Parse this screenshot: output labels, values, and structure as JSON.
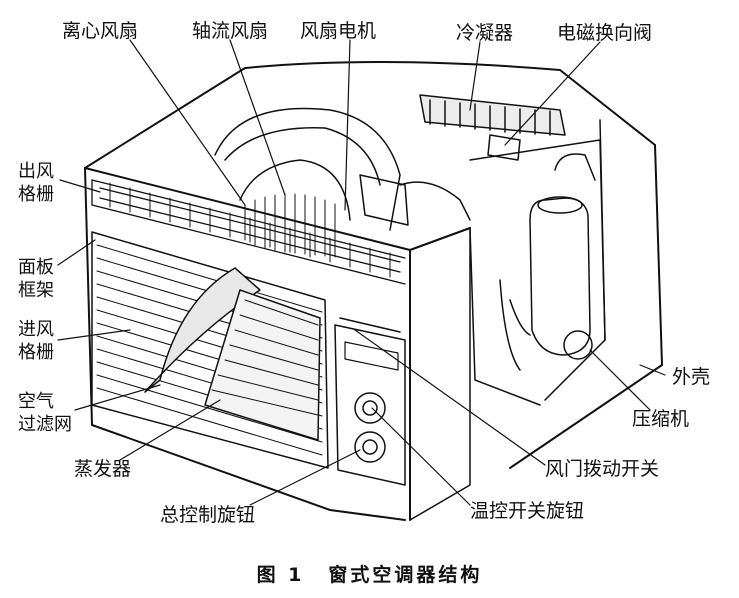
{
  "figure": {
    "caption_number": "图 1",
    "caption_title": "窗式空调器结构"
  },
  "labels": {
    "centrifugal_fan": "离心风扇",
    "axial_fan": "轴流风扇",
    "fan_motor": "风扇电机",
    "condenser": "冷凝器",
    "solenoid_valve": "电磁换向阀",
    "outlet_grille": "出风\n格栅",
    "panel_frame": "面板\n框架",
    "inlet_grille": "进风\n格栅",
    "air_filter": "空气\n过滤网",
    "evaporator": "蒸发器",
    "master_knob": "总控制旋钮",
    "thermostat_knob": "温控开关旋钮",
    "damper_switch": "风门拨动开关",
    "compressor": "压缩机",
    "casing": "外壳"
  }
}
